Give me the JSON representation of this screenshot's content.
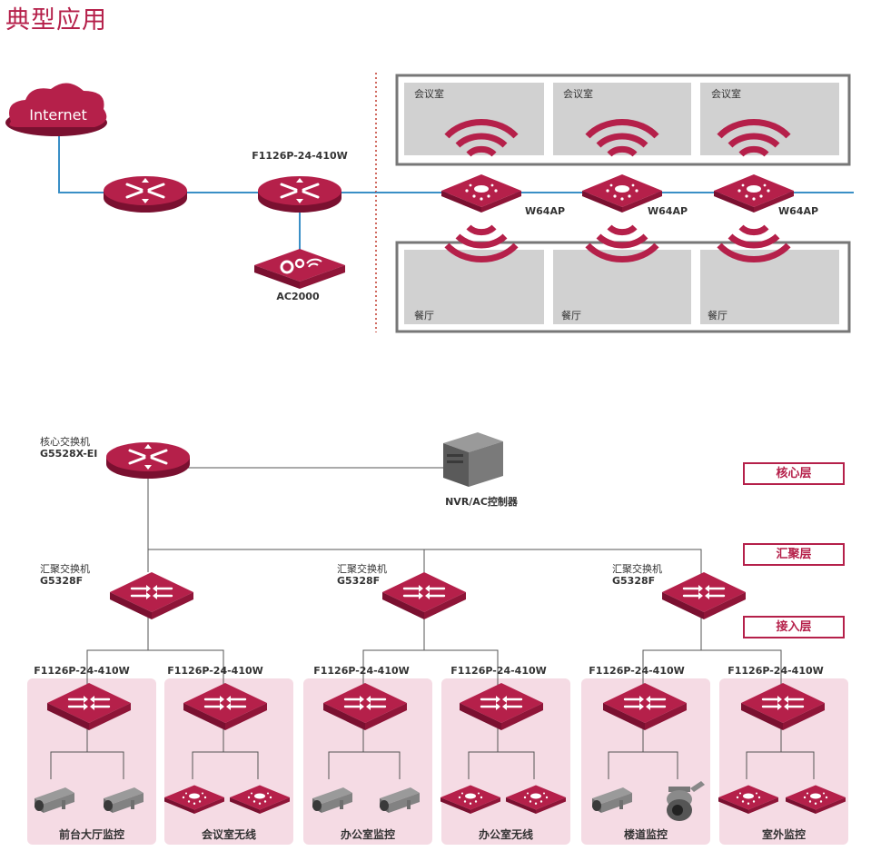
{
  "title": "典型应用",
  "top": {
    "internet": "Internet",
    "switch_label": "F1126P-24-410W",
    "controller_label": "AC2000",
    "ap_label": "W64AP",
    "rooms_top": [
      "会议室",
      "会议室",
      "会议室"
    ],
    "rooms_bottom": [
      "餐厅",
      "餐厅",
      "餐厅"
    ]
  },
  "bottom": {
    "core_label_1": "核心交换机",
    "core_label_2": "G5528X-EI",
    "server_label": "NVR/AC控制器",
    "agg": [
      {
        "label_1": "汇聚交换机",
        "label_2": "G5328F"
      },
      {
        "label_1": "汇聚交换机",
        "label_2": "G5328F"
      },
      {
        "label_1": "汇聚交换机",
        "label_2": "G5328F"
      }
    ],
    "access_label": "F1126P-24-410W",
    "layers": [
      "核心层",
      "汇聚层",
      "接入层"
    ],
    "zones": [
      "前台大厅监控",
      "会议室无线",
      "办公室监控",
      "办公室无线",
      "楼道监控",
      "室外监控"
    ]
  },
  "colors": {
    "accent": "#b5204a",
    "link_blue": "#3a8fc6",
    "room_gray": "#d1d1d1",
    "zone_pink": "#f5dbe4"
  }
}
